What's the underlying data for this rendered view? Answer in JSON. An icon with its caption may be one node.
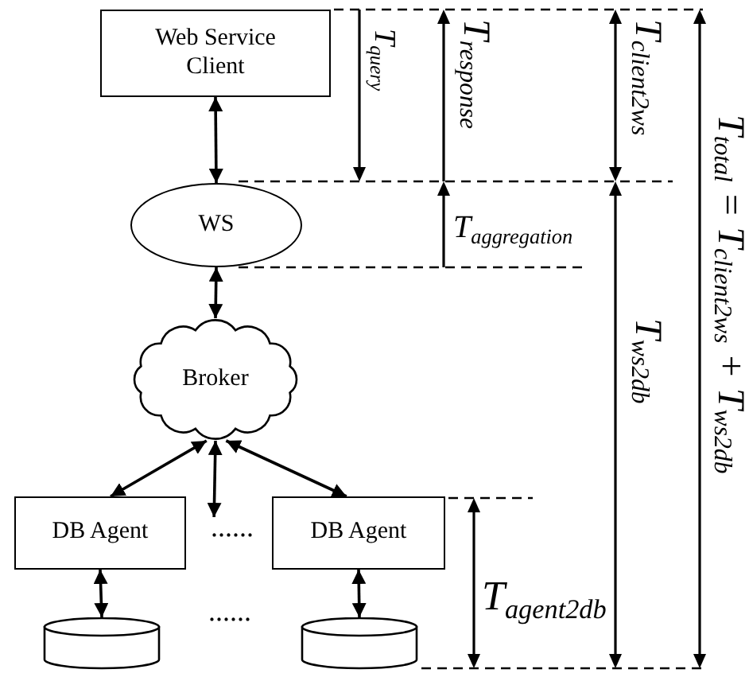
{
  "diagram": {
    "nodes": [
      {
        "text": [
          "Web Service Client"
        ]
      },
      {
        "text": [
          "WS"
        ]
      },
      {
        "text": [
          "Broker"
        ]
      },
      {
        "text": [
          "DB Agent"
        ]
      },
      {
        "text": [
          "......"
        ]
      },
      {
        "text": [
          "DB Agent"
        ]
      },
      {
        "text": [],
        "shape": "cylinder"
      },
      {
        "text": [],
        "shape": "cylinder"
      }
    ],
    "edges": [
      {
        "from": 0,
        "to": 1,
        "arrow": "both"
      },
      {
        "from": 1,
        "to": 2,
        "arrow": "both"
      },
      {
        "from": 2,
        "to": 3,
        "arrow": "both"
      },
      {
        "from": 2,
        "to": 4,
        "arrow": "both"
      },
      {
        "from": 2,
        "to": 5,
        "arrow": "both"
      },
      {
        "from": 3,
        "to": 6,
        "arrow": "both"
      },
      {
        "from": 5,
        "to": 7,
        "arrow": "both"
      }
    ],
    "labels": [
      "T$_{query}$",
      "T$_{response}$",
      "T$_{client2ws}$",
      "T$_{total}$ = T$_{client2ws}$ + T$_{ws2db}$",
      "T$_{aggregation}$",
      "T$_{ws2db}$",
      "......",
      "T$_{agent2db}$"
    ]
  }
}
